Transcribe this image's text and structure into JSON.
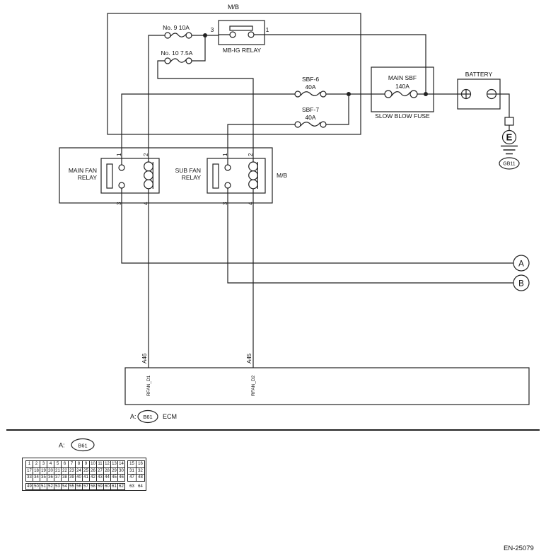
{
  "diagram": {
    "mb_top_label": "M/B",
    "fuses": {
      "no9": "No. 9 10A",
      "no10": "No. 10 7.5A"
    },
    "mbig": {
      "label": "MB-IG RELAY",
      "pin_in": "3",
      "pin_out": "1"
    },
    "sbf6": {
      "name": "SBF-6",
      "rating": "40A"
    },
    "sbf7": {
      "name": "SBF-7",
      "rating": "40A"
    },
    "main_sbf": {
      "line1": "MAIN SBF",
      "line2": "140A",
      "caption": "SLOW BLOW FUSE"
    },
    "battery": "BATTERY",
    "ground": {
      "letter": "E",
      "code": "GB11"
    },
    "main_relay": {
      "line1": "MAIN FAN",
      "line2": "RELAY",
      "pins": [
        "1",
        "2",
        "3",
        "4"
      ]
    },
    "sub_relay": {
      "line1": "SUB FAN",
      "line2": "RELAY",
      "pins": [
        "1",
        "2",
        "3",
        "4"
      ]
    },
    "relay_box_label": "M/B",
    "conn_a": "A",
    "conn_b": "B",
    "ecm": {
      "pin1": "A46",
      "pin2": "A45",
      "sig1": "RFAN_D1",
      "sig2": "RFAN_D2",
      "prefix": "A:",
      "ref": "B61",
      "name": "ECM"
    }
  },
  "pinout": {
    "prefix": "A:",
    "ref": "B61",
    "rows_left": [
      [
        1,
        2,
        3,
        4,
        5,
        6,
        7,
        8,
        9,
        10,
        11,
        12,
        13,
        14
      ],
      [
        17,
        18,
        19,
        20,
        21,
        22,
        23,
        24,
        25,
        26,
        27,
        28,
        29,
        30
      ],
      [
        33,
        34,
        35,
        36,
        37,
        38,
        39,
        40,
        41,
        42,
        43,
        44,
        45,
        46
      ],
      [
        49,
        50,
        51,
        52,
        53,
        54,
        55,
        56,
        57,
        58,
        59,
        60,
        61,
        62
      ]
    ],
    "rows_right": [
      [
        15,
        16
      ],
      [
        31,
        32
      ],
      [
        47,
        48
      ],
      [
        63,
        64
      ]
    ]
  },
  "footer": {
    "code": "EN-25079"
  }
}
